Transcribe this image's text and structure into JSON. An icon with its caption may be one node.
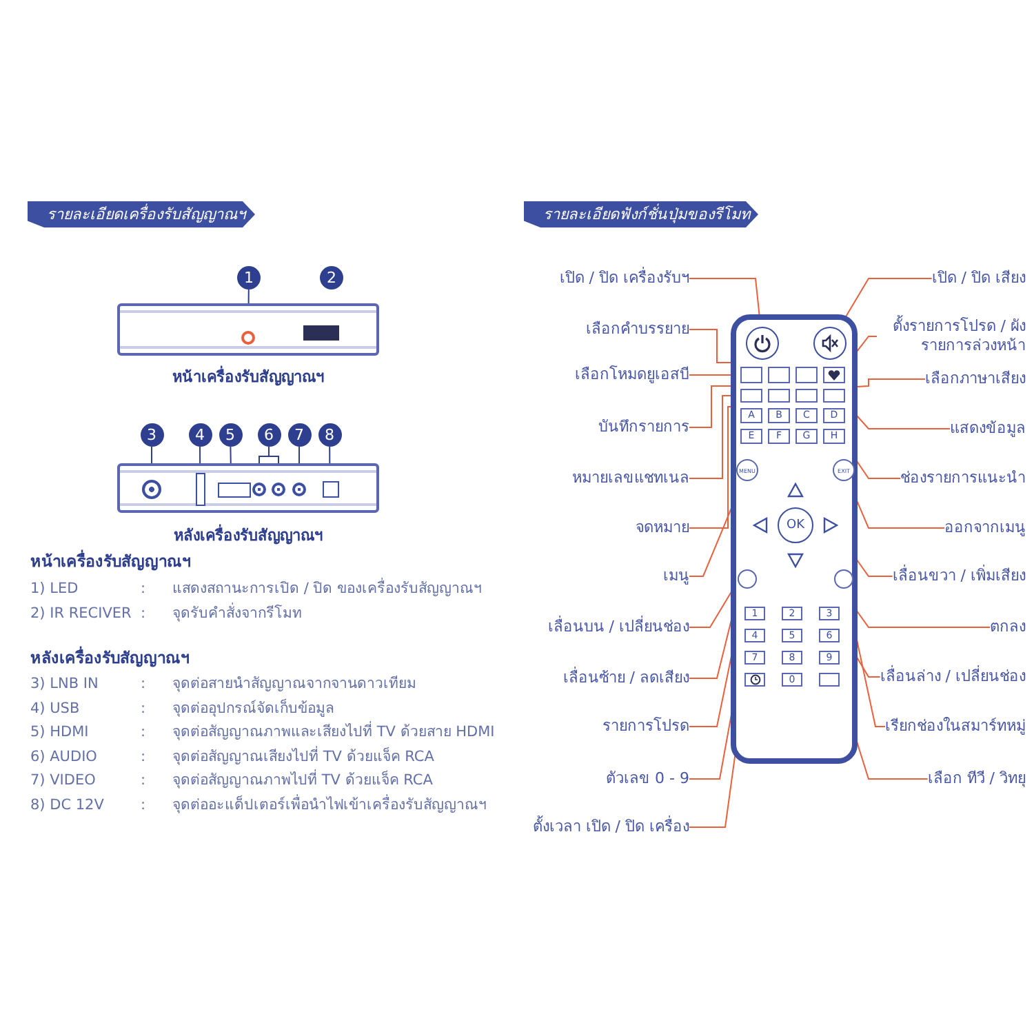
{
  "diagram": {
    "nodes": [
      {
        "text": [
          "รายละเอียดเครื่องรับสัญญาณฯ"
        ]
      },
      {
        "text": [
          "1"
        ]
      },
      {
        "text": [
          "2"
        ]
      },
      {
        "text": [],
        "shape": "box",
        "beside": [
          "หน้าเครื่องรับสัญญาณฯ"
        ]
      },
      {
        "text": [],
        "shape": "circle",
        "in": 3
      },
      {
        "text": [],
        "shape": "box",
        "in": 3
      },
      {
        "text": [
          "3"
        ]
      },
      {
        "text": [
          "4"
        ]
      },
      {
        "text": [
          "5"
        ]
      },
      {
        "text": [
          "6"
        ]
      },
      {
        "text": [
          "7"
        ]
      },
      {
        "text": [
          "8"
        ]
      },
      {
        "text": [],
        "shape": "box",
        "beside": [
          "หลังเครื่องรับสัญญาณฯ"
        ]
      },
      {
        "text": [],
        "shape": "circle",
        "in": 12
      },
      {
        "text": [],
        "shape": "box",
        "in": 12
      },
      {
        "text": [],
        "shape": "box",
        "in": 12
      },
      {
        "text": [],
        "shape": "circle",
        "in": 12
      },
      {
        "text": [],
        "shape": "circle",
        "in": 12
      },
      {
        "text": [],
        "shape": "circle",
        "in": 12
      },
      {
        "text": [],
        "shape": "box",
        "in": 12
      },
      {
        "text": [
          "รายละเอียดฟังก์ชั่นปุ่มของรีโมท"
        ]
      },
      {
        "text": [],
        "shape": "box"
      },
      {
        "text": [],
        "shape": "circle",
        "in": 21
      },
      {
        "text": [],
        "shape": "circle",
        "in": 21
      },
      {
        "text": [],
        "shape": "box",
        "in": 21
      },
      {
        "text": [],
        "shape": "box",
        "in": 21
      },
      {
        "text": [],
        "shape": "box",
        "in": 21
      },
      {
        "text": [],
        "shape": "box",
        "in": 21
      },
      {
        "text": [],
        "shape": "box",
        "in": 21
      },
      {
        "text": [],
        "shape": "box",
        "in": 21
      },
      {
        "text": [],
        "shape": "box",
        "in": 21
      },
      {
        "text": [],
        "shape": "box",
        "in": 21
      },
      {
        "text": [
          "A"
        ],
        "in": 21
      },
      {
        "text": [
          "B"
        ],
        "in": 21
      },
      {
        "text": [
          "C"
        ],
        "in": 21
      },
      {
        "text": [
          "D"
        ],
        "in": 21
      },
      {
        "text": [
          "E"
        ],
        "in": 21
      },
      {
        "text": [
          "F"
        ],
        "in": 21
      },
      {
        "text": [
          "G"
        ],
        "in": 21
      },
      {
        "text": [
          "H"
        ],
        "in": 21
      },
      {
        "text": [
          "MENU"
        ],
        "in": 21
      },
      {
        "text": [
          "EXIT"
        ],
        "in": 21
      },
      {
        "text": [],
        "shape": "triangle",
        "in": 21
      },
      {
        "text": [],
        "shape": "triangle",
        "in": 21
      },
      {
        "text": [
          "OK"
        ],
        "in": 21
      },
      {
        "text": [],
        "shape": "triangle",
        "in": 21
      },
      {
        "text": [],
        "shape": "triangle",
        "in": 21
      },
      {
        "text": [],
        "shape": "circle",
        "in": 21
      },
      {
        "text": [],
        "shape": "circle",
        "in": 21
      },
      {
        "text": [
          "1"
        ],
        "in": 21
      },
      {
        "text": [
          "2"
        ],
        "in": 21
      },
      {
        "text": [
          "3"
        ],
        "in": 21
      },
      {
        "text": [
          "4"
        ],
        "in": 21
      },
      {
        "text": [
          "5"
        ],
        "in": 21
      },
      {
        "text": [
          "6"
        ],
        "in": 21
      },
      {
        "text": [
          "7"
        ],
        "in": 21
      },
      {
        "text": [
          "8"
        ],
        "in": 21
      },
      {
        "text": [
          "9"
        ],
        "in": 21
      },
      {
        "text": [],
        "shape": "box",
        "in": 21
      },
      {
        "text": [
          "0"
        ],
        "in": 21
      },
      {
        "text": [],
        "shape": "box",
        "in": 21
      },
      {
        "text": [
          "เปิด / ปิด เครื่องรับฯ"
        ]
      },
      {
        "text": [
          "เปิด / ปิด เสียง"
        ]
      },
      {
        "text": [
          "เลือกคำบรรยาย"
        ]
      },
      {
        "text": [
          "ตั้งรายการโปรด / ผังรายการล่วงหน้า"
        ]
      },
      {
        "text": [
          "เลือกโหมดยูเอสบี"
        ]
      },
      {
        "text": [
          "เลือกภาษาเสียง"
        ]
      },
      {
        "text": [
          "บันทึกรายการ"
        ]
      },
      {
        "text": [
          "แสดงข้อมูล"
        ]
      },
      {
        "text": [
          "หมายเลขแชทเนล"
        ]
      },
      {
        "text": [
          "ช่องรายการแนะนำ"
        ]
      },
      {
        "text": [
          "จดหมาย"
        ]
      },
      {
        "text": [
          "ออกจากเมนู"
        ]
      },
      {
        "text": [
          "เมนู"
        ]
      },
      {
        "text": [
          "เลื่อนขวา / เพิ่มเสียง"
        ]
      },
      {
        "text": [
          "เลื่อนบน / เปลี่ยนช่อง"
        ]
      },
      {
        "text": [
          "ตกลง"
        ]
      },
      {
        "text": [
          "เลื่อนซ้าย / ลดเสียง"
        ]
      },
      {
        "text": [
          "เลื่อนล่าง / เปลี่ยนช่อง"
        ]
      },
      {
        "text": [
          "รายการโปรด"
        ]
      },
      {
        "text": [
          "เรียกช่องในสมาร์ทหมู่"
        ]
      },
      {
        "text": [
          "ตัวเลข 0 - 9"
        ]
      },
      {
        "text": [
          "เลือก ทีวี / วิทยุ"
        ]
      },
      {
        "text": [
          "ตั้งเวลา เปิด / ปิด เครื่อง"
        ]
      }
    ],
    "edges": [
      {
        "from": 1,
        "to": 4,
        "arrow": "none",
        "color": "#2f3f8f"
      },
      {
        "from": 6,
        "to": 13,
        "arrow": "none",
        "color": "#2f3f8f"
      },
      {
        "from": 7,
        "to": 14,
        "arrow": "none",
        "color": "#2f3f8f"
      },
      {
        "from": 8,
        "to": 15,
        "arrow": "none",
        "color": "#2f3f8f"
      },
      {
        "from": 9,
        "to": 16,
        "arrow": "none",
        "color": "#2f3f8f"
      },
      {
        "from": 9,
        "to": 17,
        "arrow": "none",
        "color": "#2f3f8f"
      },
      {
        "from": 10,
        "to": 18,
        "arrow": "none",
        "color": "#2f3f8f"
      },
      {
        "from": 11,
        "to": 19,
        "arrow": "none",
        "color": "#2f3f8f"
      },
      {
        "from": 61,
        "to": 22,
        "arrow": "none"
      },
      {
        "from": 62,
        "to": 23,
        "arrow": "none"
      },
      {
        "from": 63,
        "to": 26,
        "arrow": "none"
      },
      {
        "from": 64,
        "to": 27,
        "arrow": "none"
      },
      {
        "from": 65,
        "to": 24,
        "arrow": "none"
      },
      {
        "from": 66,
        "to": 30,
        "arrow": "none"
      },
      {
        "from": 67,
        "to": 25,
        "arrow": "none"
      },
      {
        "from": 68,
        "to": 31,
        "arrow": "none"
      },
      {
        "from": 69,
        "to": 28,
        "arrow": "none"
      },
      {
        "from": 70,
        "to": 39,
        "arrow": "none"
      },
      {
        "from": 71,
        "to": 29,
        "arrow": "none"
      },
      {
        "from": 72,
        "to": 41,
        "arrow": "none"
      },
      {
        "from": 73,
        "to": 40,
        "arrow": "none"
      },
      {
        "from": 74,
        "to": 45,
        "arrow": "none"
      },
      {
        "from": 75,
        "to": 42,
        "arrow": "none"
      },
      {
        "from": 76,
        "to": 44,
        "arrow": "none"
      },
      {
        "from": 77,
        "to": 43,
        "arrow": "none"
      },
      {
        "from": 78,
        "to": 46,
        "arrow": "none"
      },
      {
        "from": 79,
        "to": 47,
        "arrow": "none"
      },
      {
        "from": 80,
        "to": 48,
        "arrow": "none"
      },
      {
        "from": 81,
        "to": 52,
        "arrow": "none"
      },
      {
        "from": 82,
        "to": 60,
        "arrow": "none"
      },
      {
        "from": 83,
        "to": 58,
        "arrow": "none"
      }
    ],
    "labels": [
      "หน้าเครื่องรับสัญญาณฯ",
      "1) LED",
      ":",
      "แสดงสถานะการเปิด / ปิด ของเครื่องรับสัญญาณฯ",
      "2) IR RECIVER",
      ":",
      "จุดรับคำสั่งจากรีโมท",
      "หลังเครื่องรับสัญญาณฯ",
      "3) LNB IN",
      ":",
      "จุดต่อสายนำสัญญาณจากจานดาวเทียม",
      "4) USB",
      ":",
      "จุดต่ออุปกรณ์จัดเก็บข้อมูล",
      "5) HDMI",
      ":",
      "จุดต่อสัญญาณภาพและเสียงไปที่ TV ด้วยสาย HDMI",
      "6) AUDIO",
      ":",
      "จุดต่อสัญญาณเสียงไปที่ TV ด้วยแจ็ค RCA",
      "7) VIDEO",
      ":",
      "จุดต่อสัญญาณภาพไปที่ TV ด้วยแจ็ค RCA",
      "8) DC 12V",
      ":",
      "จุดต่ออะแด็ปเตอร์เพื่อนำไฟเข้าเครื่องรับสัญญาณฯ"
    ]
  }
}
